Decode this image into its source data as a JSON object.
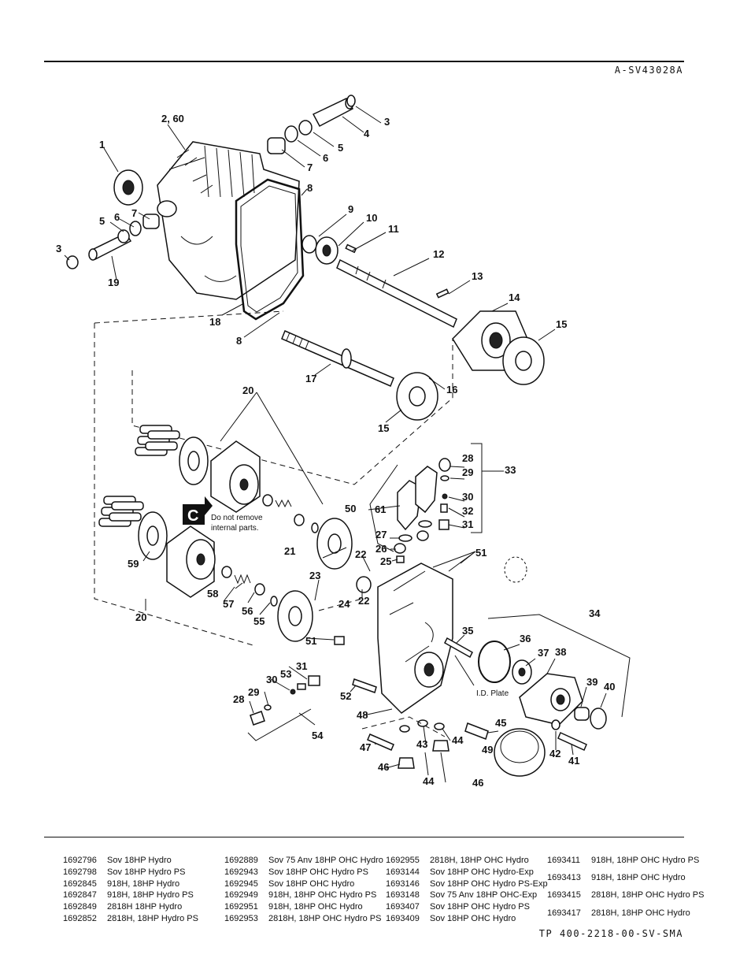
{
  "header": {
    "figure_code": "A-SV43028A"
  },
  "footer": {
    "doc_code": "TP 400-2218-00-SV-SMA"
  },
  "diagram": {
    "callout_letter": "C",
    "note_line1": "Do not remove",
    "note_line2": "internal parts.",
    "plate_label": "I.D. Plate",
    "callouts": [
      "1",
      "2, 60",
      "3",
      "4",
      "5",
      "6",
      "7",
      "8",
      "9",
      "10",
      "11",
      "12",
      "13",
      "14",
      "15",
      "16",
      "17",
      "18",
      "19",
      "20",
      "21",
      "22",
      "23",
      "24",
      "25",
      "26",
      "27",
      "28",
      "29",
      "30",
      "31",
      "32",
      "33",
      "34",
      "35",
      "36",
      "37",
      "38",
      "39",
      "40",
      "41",
      "42",
      "43",
      "44",
      "45",
      "46",
      "47",
      "48",
      "49",
      "50",
      "51",
      "52",
      "53",
      "54",
      "55",
      "56",
      "57",
      "58",
      "59",
      "61"
    ]
  },
  "models": [
    [
      [
        "1692796",
        "Sov 18HP Hydro"
      ],
      [
        "1692798",
        "Sov 18HP Hydro PS"
      ],
      [
        "1692845",
        "918H, 18HP Hydro"
      ],
      [
        "1692847",
        "918H, 18HP Hydro PS"
      ],
      [
        "1692849",
        "2818H 18HP Hydro"
      ],
      [
        "1692852",
        "2818H, 18HP Hydro PS"
      ]
    ],
    [
      [
        "1692889",
        "Sov 75 Anv 18HP OHC Hydro"
      ],
      [
        "1692943",
        "Sov 18HP OHC Hydro PS"
      ],
      [
        "1692945",
        "Sov 18HP OHC Hydro"
      ],
      [
        "1692949",
        "918H, 18HP OHC Hydro PS"
      ],
      [
        "1692951",
        "918H, 18HP OHC Hydro"
      ],
      [
        "1692953",
        "2818H, 18HP OHC Hydro PS"
      ]
    ],
    [
      [
        "1692955",
        "2818H, 18HP OHC Hydro"
      ],
      [
        "1693144",
        "Sov 18HP OHC Hydro-Exp"
      ],
      [
        "1693146",
        "Sov 18HP OHC Hydro PS-Exp"
      ],
      [
        "1693148",
        "Sov 75 Anv 18HP OHC-Exp"
      ],
      [
        "1693407",
        "Sov 18HP OHC Hydro PS"
      ],
      [
        "1693409",
        "Sov 18HP OHC Hydro"
      ]
    ],
    [
      [
        "1693411",
        "918H, 18HP OHC Hydro PS"
      ],
      [
        "1693413",
        "918H, 18HP OHC Hydro"
      ],
      [
        "1693415",
        "2818H, 18HP OHC Hydro PS"
      ],
      [
        "1693417",
        "2818H, 18HP OHC Hydro"
      ]
    ]
  ]
}
